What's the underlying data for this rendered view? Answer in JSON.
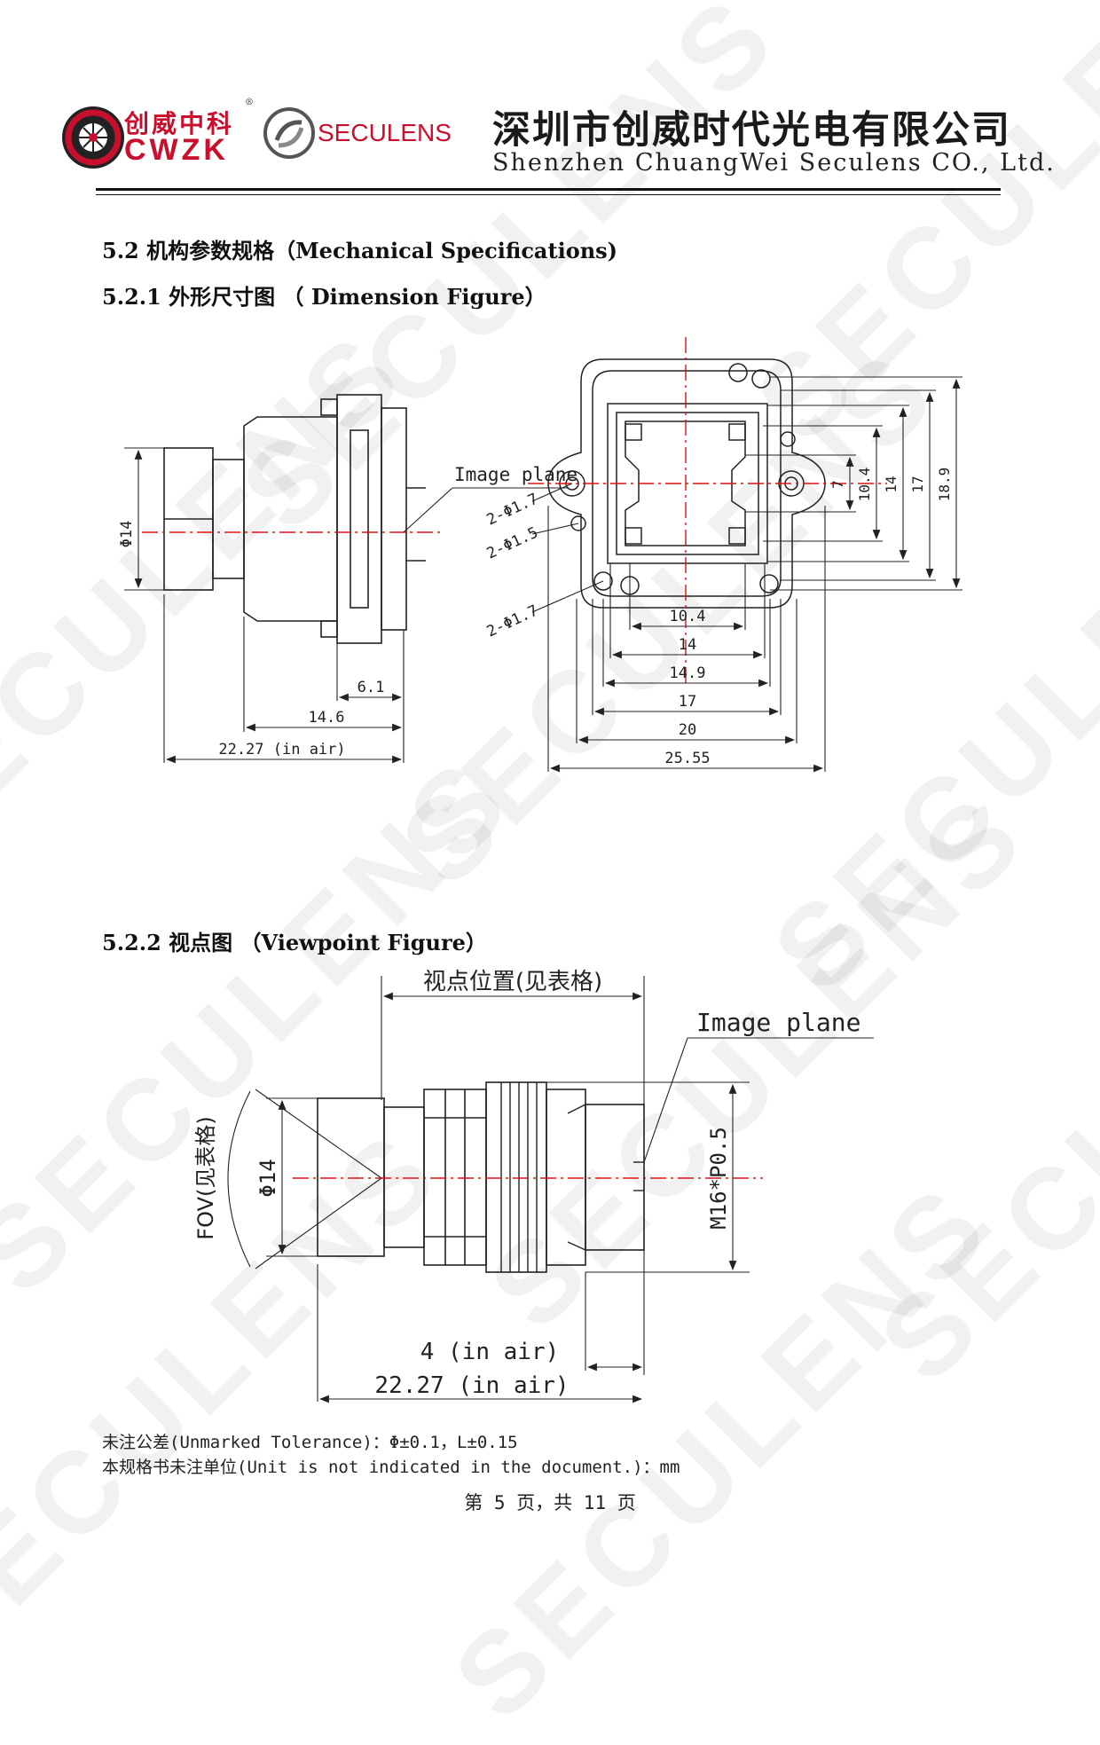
{
  "header": {
    "logo_cn": "创威中科",
    "logo_en": "CWZK",
    "brand": "SECULENS",
    "company_cn": "深圳市创威时代光电有限公司",
    "company_en": "Shenzhen ChuangWei Seculens CO., Ltd."
  },
  "watermark_text": "SECULENS",
  "sections": {
    "s52": "5.2 机构参数规格（Mechanical Specifications)",
    "s521": "5.2.1 外形尺寸图 （ Dimension Figure）",
    "s522": "5.2.2 视点图 （Viewpoint Figure）"
  },
  "dim_side": {
    "image_plane": "Image plane",
    "dia": "Φ14",
    "d1": "6.1",
    "d2": "14.6",
    "d3": "22.27 (in air)"
  },
  "dim_front": {
    "hole_a": "2-Φ1.7",
    "hole_b": "2-Φ1.5",
    "hole_c": "2-Φ1.7",
    "v1": "7",
    "v2": "10.4",
    "v3": "14",
    "v4": "17",
    "v5": "18.9",
    "h1": "10.4",
    "h2": "14",
    "h3": "14.9",
    "h4": "17",
    "h5": "20",
    "h6": "25.55"
  },
  "viewpoint": {
    "position": "视点位置(见表格)",
    "image_plane": "Image plane",
    "fov": "FOV(见表格)",
    "dia": "Φ14",
    "thread": "M16*P0.5",
    "d1": "4 (in air)",
    "d2": "22.27 (in air)"
  },
  "notes": {
    "tolerance": "未注公差(Unmarked Tolerance)：Φ±0.1，L±0.15",
    "unit": "本规格书未注单位(Unit is not indicated in the document.)：mm"
  },
  "footer": "第 5 页，共 11 页"
}
